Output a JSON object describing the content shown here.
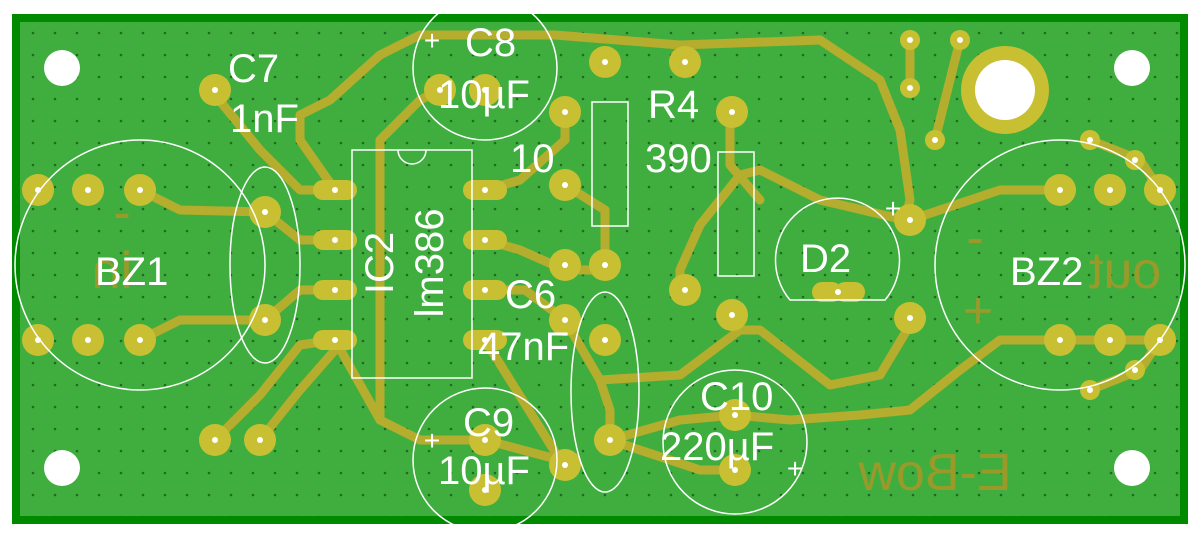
{
  "board": {
    "colors": {
      "board_edge": "#008a00",
      "board_fill": "#3fae3f",
      "copper": "#b4ad2d",
      "pad": "#c8c032",
      "drill": "#ffffff",
      "silkscreen": "#ffffff"
    },
    "labels": {
      "c7_name": "C7",
      "c7_value": "1nF",
      "c8_name": "C8",
      "c8_value": "10µF",
      "r4_name": "R4",
      "r4_value": "390",
      "ten_label": "10",
      "ic2_name": "IC2",
      "ic2_value": "lm386",
      "c6_name": "C6",
      "c6_value": "47nF",
      "c9_name": "C9",
      "c9_value": "10µF",
      "c10_name": "C10",
      "c10_value": "220µF",
      "d2_name": "D2",
      "bz1_name": "BZ1",
      "bz2_name": "BZ2"
    },
    "copper_text": {
      "in_text": "in",
      "out_text": "out",
      "ebow_text": "E-Bow",
      "minus_left": "-",
      "minus_right": "-",
      "plus_right": "+"
    },
    "polarity_marks": {
      "plus": "+"
    }
  }
}
